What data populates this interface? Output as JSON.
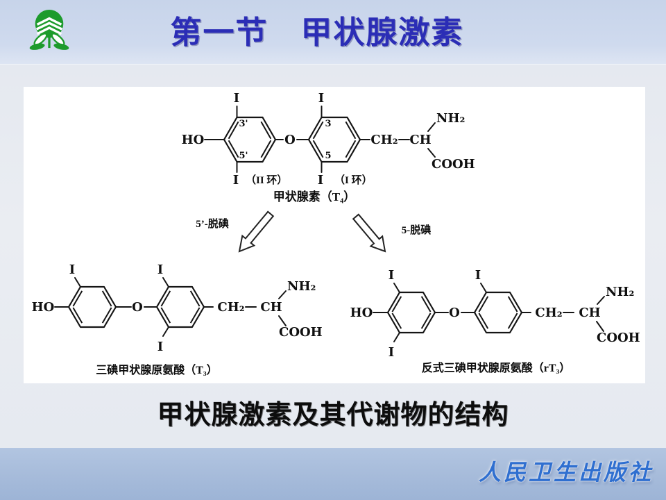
{
  "header": {
    "section_title": "第一节　甲状腺激素"
  },
  "molecules": {
    "t4": {
      "name_caption": "甲状腺素（T₄）",
      "ring2_label": "（II 环）",
      "ring1_label": "（I 环）",
      "pos3p": "3'",
      "pos5p": "5'",
      "pos3": "3",
      "pos5": "5"
    },
    "t3": {
      "name_caption": "三碘甲状腺原氨酸（T₃）"
    },
    "rt3": {
      "name_caption": "反式三碘甲状腺原氨酸（rT₃）"
    }
  },
  "atoms": {
    "ho": "HO",
    "o": "O",
    "i": "I",
    "ch2": "CH₂",
    "ch": "CH",
    "nh2": "NH₂",
    "cooh": "COOH"
  },
  "reactions": {
    "left_arrow_label": "5’-脱碘",
    "right_arrow_label": "5-脱碘"
  },
  "figure_caption": "甲状腺激素及其代谢物的结构",
  "footer": {
    "publisher": "人民卫生出版社"
  },
  "colors": {
    "title_blue": "#2b2db6",
    "publisher_blue": "#2f6fd0",
    "logo_green": "#1d9b2c",
    "header_band": "#ccd8ec",
    "main_bg": "#e8ebf1",
    "footer_band": "#a9bedd",
    "structure_ink": "#151515"
  }
}
